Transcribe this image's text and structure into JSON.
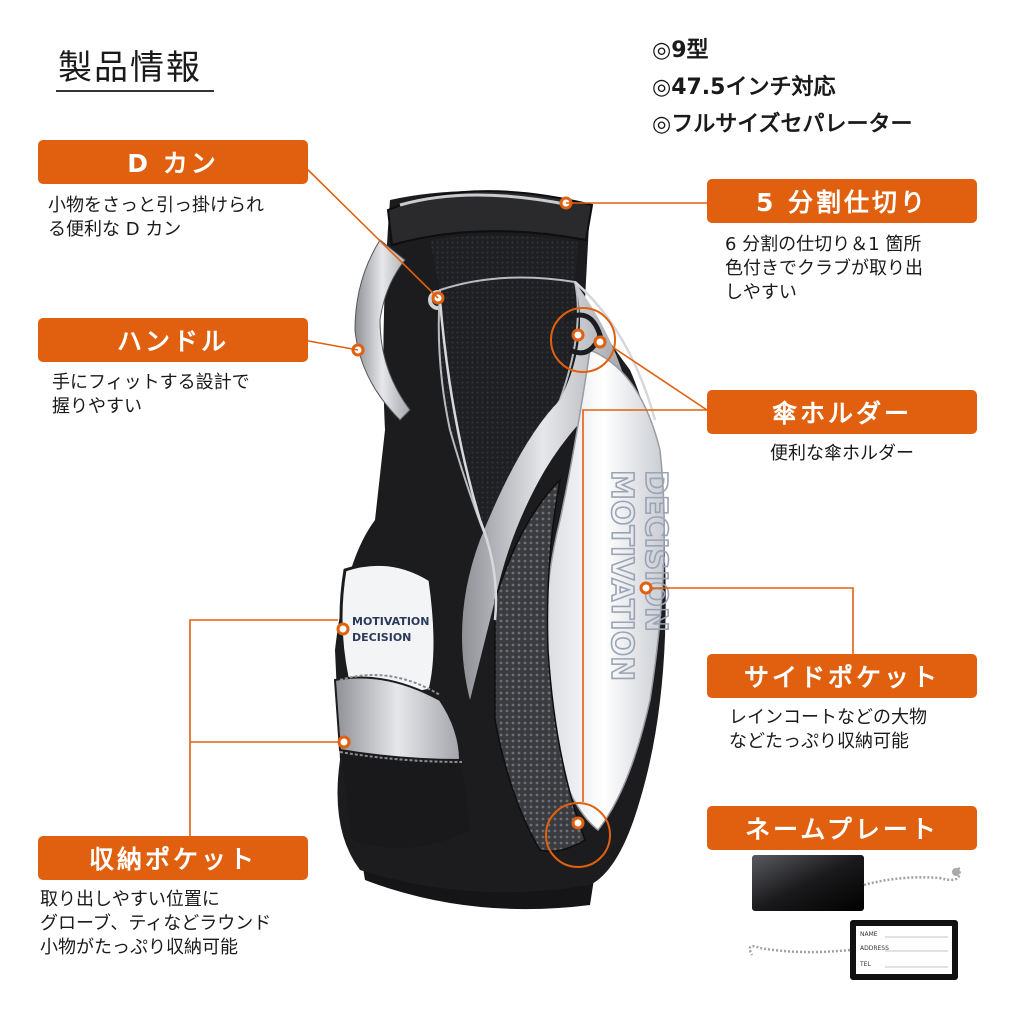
{
  "header": {
    "title": "製品情報",
    "specs": [
      "◎9型",
      "◎47.5インチ対応",
      "◎フルサイズセパレーター"
    ]
  },
  "callouts": {
    "dkan": {
      "label": "D カン",
      "desc": "小物をさっと引っ掛けられ\nる便利な D カン"
    },
    "handle": {
      "label": "ハンドル",
      "desc": "手にフィットする設計で\n握りやすい"
    },
    "divider": {
      "label": "5 分割仕切り",
      "desc": "6 分割の仕切り＆1 箇所\n色付きでクラブが取り出\nしやすい"
    },
    "umbrella": {
      "label": "傘ホルダー",
      "desc": "便利な傘ホルダー"
    },
    "side_pocket": {
      "label": "サイドポケット",
      "desc": "レインコートなどの大物\nなどたっぷり収納可能"
    },
    "name_plate": {
      "label": "ネームプレート"
    },
    "storage_pocket": {
      "label": "収納ポケット",
      "desc": "取り出しやすい位置に\nグローブ、ティなどラウンド\n小物がたっぷり収納可能"
    }
  },
  "bag": {
    "print_line1": "MOTIVATION",
    "print_line2": "DECISION",
    "small_print1": "MOTIVATION",
    "small_print2": "DECISION"
  },
  "nameplate": {
    "fields": [
      "NAME",
      "ADDRESS",
      "TEL"
    ]
  },
  "colors": {
    "accent": "#e0600f",
    "bag_black": "#1c1c1e",
    "bag_silver": "#c9cbd0",
    "bag_white": "#f2f3f5"
  }
}
